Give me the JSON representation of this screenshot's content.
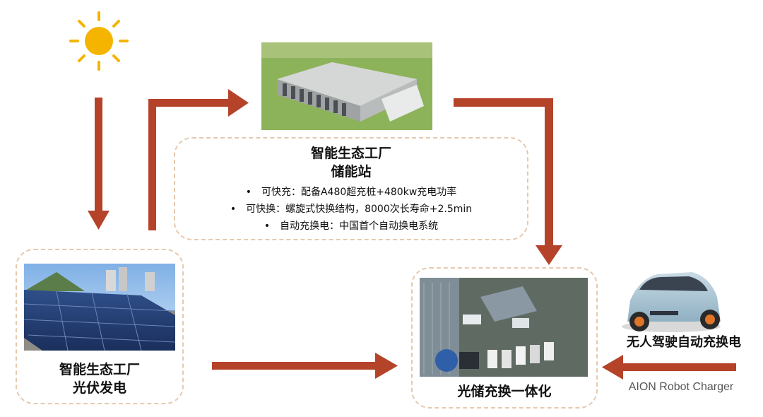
{
  "nodes": {
    "storage": {
      "title_line1": "智能生态工厂",
      "title_line2": "储能站",
      "features": [
        "可快充：配备A480超充桩+480kw充电功率",
        "可快换：螺旋式快换结构，8000次长寿命+2.5min",
        "自动充换电：中国首个自动换电系统"
      ]
    },
    "solar": {
      "title_line1": "智能生态工厂",
      "title_line2": "光伏发电"
    },
    "integration": {
      "title": "光储充换一体化"
    },
    "robot": {
      "title": "无人驾驶自动充换电",
      "caption": "AION Robot Charger"
    }
  },
  "colors": {
    "arrow": "#b5432a",
    "sun": "#f4b400",
    "dashed_border": "#e6c9ae"
  }
}
